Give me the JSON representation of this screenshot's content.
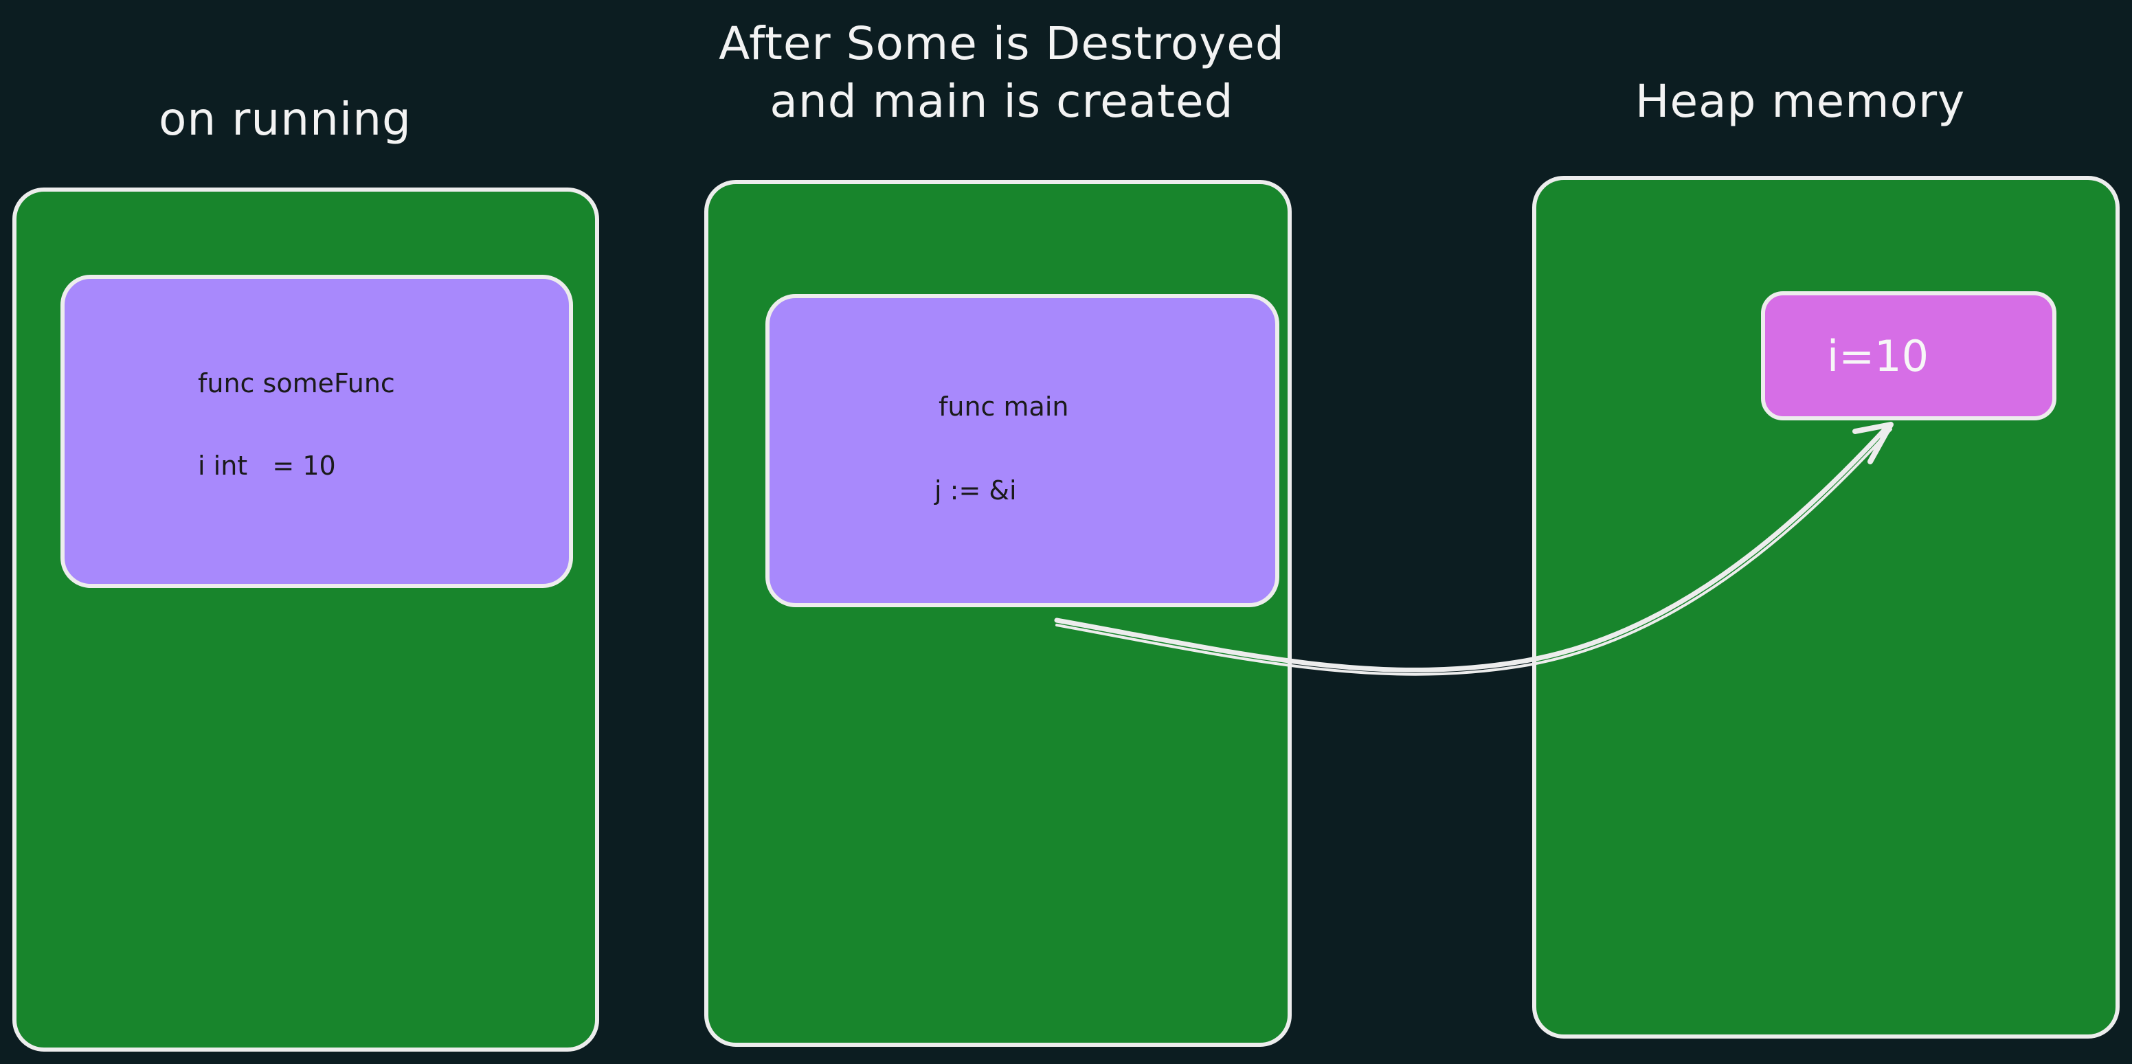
{
  "columns": [
    {
      "title_lines": [
        "on running"
      ],
      "frame": {
        "lines": [
          "func someFunc",
          "i int   = 10"
        ]
      }
    },
    {
      "title_lines": [
        "After Some is Destroyed",
        "and main is created"
      ],
      "frame": {
        "lines": [
          "func main",
          "j := &i"
        ]
      }
    },
    {
      "title_lines": [
        "Heap memory"
      ],
      "heap_value": "i=10"
    }
  ],
  "colors": {
    "background": "#0c1d21",
    "stack_fill": "#18852c",
    "frame_fill": "#a889fc",
    "heap_fill": "#d66ee6",
    "stroke": "#ededed"
  }
}
